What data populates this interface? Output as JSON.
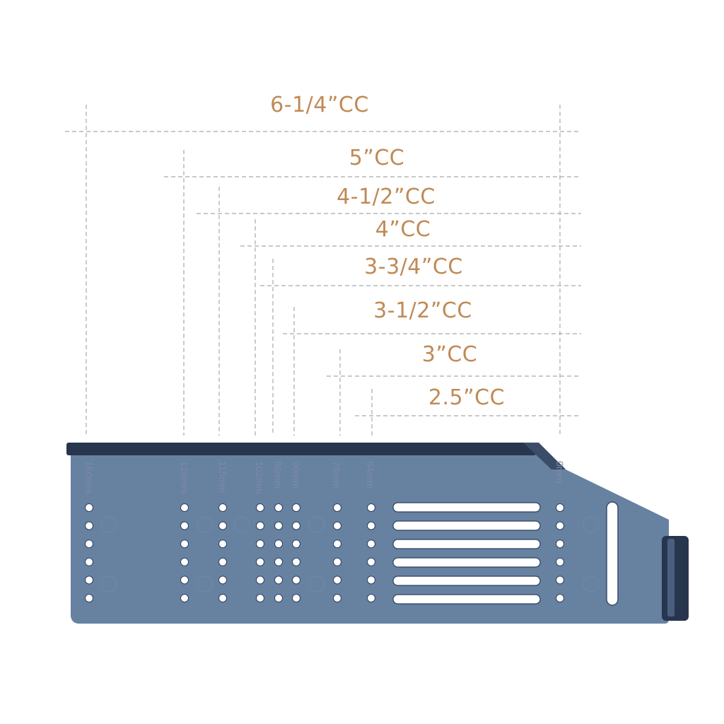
{
  "colors": {
    "label": "#c08a56",
    "guide": "#a9a9a9",
    "plate": "#5a7699",
    "plate_dark": "#27364d",
    "hole": "#ffffff"
  },
  "spacings": [
    {
      "label": "6-1/4”CC"
    },
    {
      "label": "5”CC"
    },
    {
      "label": "4-1/2”CC"
    },
    {
      "label": "4”CC"
    },
    {
      "label": "3-3/4”CC"
    },
    {
      "label": "3-1/2”CC"
    },
    {
      "label": "3”CC"
    },
    {
      "label": "2.5”CC"
    }
  ],
  "scale_marks": [
    {
      "label": "160mm"
    },
    {
      "label": "128mm"
    },
    {
      "label": "115mm"
    },
    {
      "label": "102mm"
    },
    {
      "label": "96mm"
    },
    {
      "label": "90mm"
    },
    {
      "label": "76mm"
    },
    {
      "label": "64mm"
    },
    {
      "label": "0mm"
    }
  ],
  "hole_rows": 6,
  "slot_count": 6
}
